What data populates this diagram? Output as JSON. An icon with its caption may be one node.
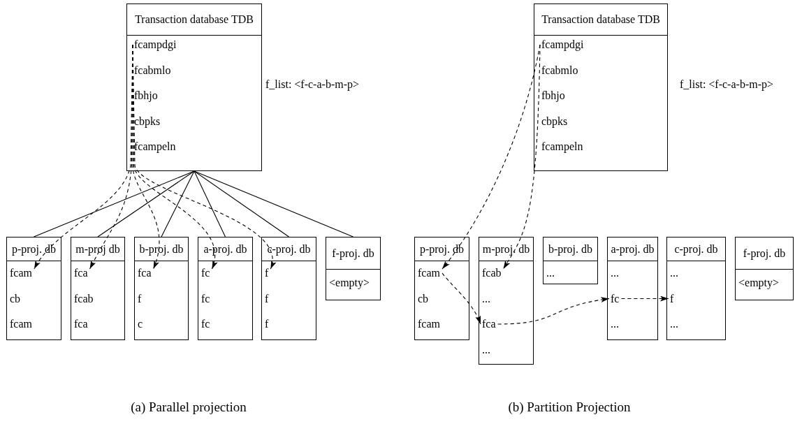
{
  "diagram": {
    "nodes": [
      {
        "text": [
          "Transaction database TDB"
        ]
      },
      {
        "text": [
          "fcampdgi"
        ],
        "in": 0
      },
      {
        "text": [
          "fcabmlo"
        ],
        "in": 0
      },
      {
        "text": [
          "fbhjo"
        ],
        "in": 0
      },
      {
        "text": [
          "cbpks"
        ],
        "in": 0
      },
      {
        "text": [
          "fcampeln"
        ],
        "in": 0
      },
      {
        "text": [
          "p-proj. db"
        ]
      },
      {
        "text": [
          "fcam"
        ],
        "in": 6
      },
      {
        "text": [
          "cb"
        ],
        "in": 6
      },
      {
        "text": [
          "fcam"
        ],
        "in": 6
      },
      {
        "text": [
          "m-proj db"
        ]
      },
      {
        "text": [
          "fca"
        ],
        "in": 10
      },
      {
        "text": [
          "fcab"
        ],
        "in": 10
      },
      {
        "text": [
          "fca"
        ],
        "in": 10
      },
      {
        "text": [
          "b-proj. db"
        ]
      },
      {
        "text": [
          "fca"
        ],
        "in": 14
      },
      {
        "text": [
          "f"
        ],
        "in": 14
      },
      {
        "text": [
          "c"
        ],
        "in": 14
      },
      {
        "text": [
          "a-proj. db"
        ]
      },
      {
        "text": [
          "fc"
        ],
        "in": 18
      },
      {
        "text": [
          "fc"
        ],
        "in": 18
      },
      {
        "text": [
          "fc"
        ],
        "in": 18
      },
      {
        "text": [
          "c-proj. db"
        ]
      },
      {
        "text": [
          "f"
        ],
        "in": 22
      },
      {
        "text": [
          "f"
        ],
        "in": 22
      },
      {
        "text": [
          "f"
        ],
        "in": 22
      },
      {
        "text": [
          "f-proj. db"
        ]
      },
      {
        "text": [
          "<empty>"
        ],
        "in": 26
      },
      {
        "text": [
          "Transaction database TDB"
        ]
      },
      {
        "text": [
          "fcampdgi"
        ],
        "in": 28
      },
      {
        "text": [
          "fcabmlo"
        ],
        "in": 28
      },
      {
        "text": [
          "fbhjo"
        ],
        "in": 28
      },
      {
        "text": [
          "cbpks"
        ],
        "in": 28
      },
      {
        "text": [
          "fcampeln"
        ],
        "in": 28
      },
      {
        "text": [
          "p-proj. db"
        ]
      },
      {
        "text": [
          "fcam"
        ],
        "in": 34
      },
      {
        "text": [
          "cb"
        ],
        "in": 34
      },
      {
        "text": [
          "fcam"
        ],
        "in": 34
      },
      {
        "text": [
          "m-proj. db"
        ]
      },
      {
        "text": [
          "fcab"
        ],
        "in": 38
      },
      {
        "text": [
          "..."
        ],
        "in": 38
      },
      {
        "text": [
          "fca"
        ],
        "in": 38
      },
      {
        "text": [
          "..."
        ],
        "in": 38
      },
      {
        "text": [
          "b-proj. db"
        ]
      },
      {
        "text": [
          "..."
        ],
        "in": 43
      },
      {
        "text": [
          "a-proj. db"
        ]
      },
      {
        "text": [
          "..."
        ],
        "in": 45
      },
      {
        "text": [
          "fc"
        ],
        "in": 45
      },
      {
        "text": [
          "..."
        ],
        "in": 45
      },
      {
        "text": [
          "c-proj. db"
        ]
      },
      {
        "text": [
          "..."
        ],
        "in": 49
      },
      {
        "text": [
          "f"
        ],
        "in": 49
      },
      {
        "text": [
          "..."
        ],
        "in": 49
      },
      {
        "text": [
          "f-proj. db"
        ]
      },
      {
        "text": [
          "<empty>"
        ],
        "in": 53
      }
    ],
    "edges": [
      {
        "from": 0,
        "to": 6,
        "arrow": "none"
      },
      {
        "from": 0,
        "to": 10,
        "arrow": "none"
      },
      {
        "from": 0,
        "to": 14,
        "arrow": "none"
      },
      {
        "from": 0,
        "to": 18,
        "arrow": "none"
      },
      {
        "from": 0,
        "to": 22,
        "arrow": "none"
      },
      {
        "from": 0,
        "to": 26,
        "arrow": "none"
      },
      {
        "from": 1,
        "to": 7,
        "arrow": "to",
        "style": "dashed"
      },
      {
        "from": 1,
        "to": 11,
        "arrow": "to",
        "style": "dashed"
      },
      {
        "from": 1,
        "to": 15,
        "arrow": "to",
        "style": "dashed"
      },
      {
        "from": 1,
        "to": 19,
        "arrow": "to",
        "style": "dashed"
      },
      {
        "from": 1,
        "to": 23,
        "arrow": "to",
        "style": "dashed"
      },
      {
        "from": 29,
        "to": 35,
        "arrow": "to",
        "style": "dashed"
      },
      {
        "from": 29,
        "to": 39,
        "arrow": "to",
        "style": "dashed"
      },
      {
        "from": 35,
        "to": 41,
        "arrow": "to",
        "style": "dashed"
      },
      {
        "from": 41,
        "to": 47,
        "arrow": "to",
        "style": "dashed"
      },
      {
        "from": 47,
        "to": 51,
        "arrow": "to",
        "style": "dashed"
      }
    ],
    "labels": [
      "f_list: <f-c-a-b-m-p>",
      "f_list: <f-c-a-b-m-p>",
      "(a) Parallel projection",
      "(b) Partition Projection"
    ]
  }
}
